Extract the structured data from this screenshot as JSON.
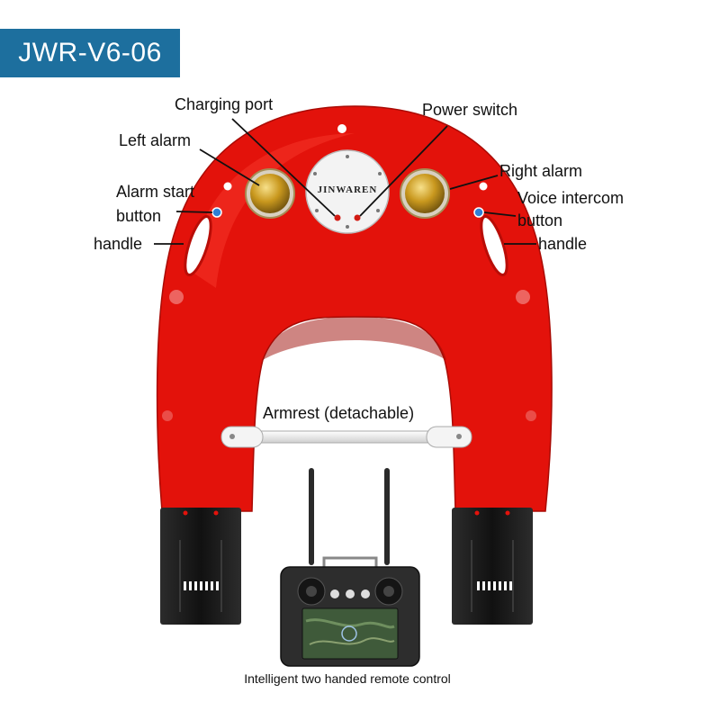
{
  "badge": {
    "model": "JWR-V6-06"
  },
  "brand": {
    "logo_text": "JINWAREN"
  },
  "labels": {
    "charging_port": "Charging port",
    "power_switch": "Power switch",
    "left_alarm": "Left alarm",
    "right_alarm": "Right alarm",
    "alarm_start_line1": "Alarm start",
    "alarm_start_line2": "button",
    "voice_intercom_line1": "Voice intercom",
    "voice_intercom_line2": "button",
    "handle_left": "handle",
    "handle_right": "handle",
    "armrest": "Armrest (detachable)"
  },
  "caption": {
    "remote": "Intelligent two handed remote control"
  },
  "colors": {
    "hull": "#e3120b",
    "hull_shade": "#b90d07",
    "badge": "#1d6f9e",
    "alarm_gold": "#c9981e",
    "motor": "#1c1c1c",
    "button_blue": "#2f7fd6"
  },
  "icons": [
    "alarm-light-icon",
    "charging-port-icon",
    "power-switch-icon",
    "antenna-icon",
    "joystick-icon"
  ]
}
